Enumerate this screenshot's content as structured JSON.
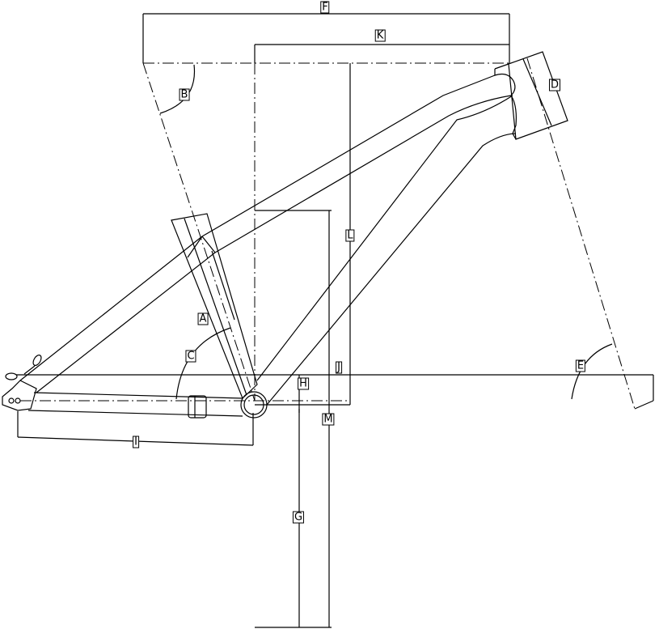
{
  "diagram": {
    "labels": {
      "A": "A",
      "B": "B",
      "C": "C",
      "D": "D",
      "E": "E",
      "F": "F",
      "G": "G",
      "H": "H",
      "I": "I",
      "J": "J",
      "K": "K",
      "L": "L",
      "M": "M"
    },
    "line_color": "#000000"
  }
}
